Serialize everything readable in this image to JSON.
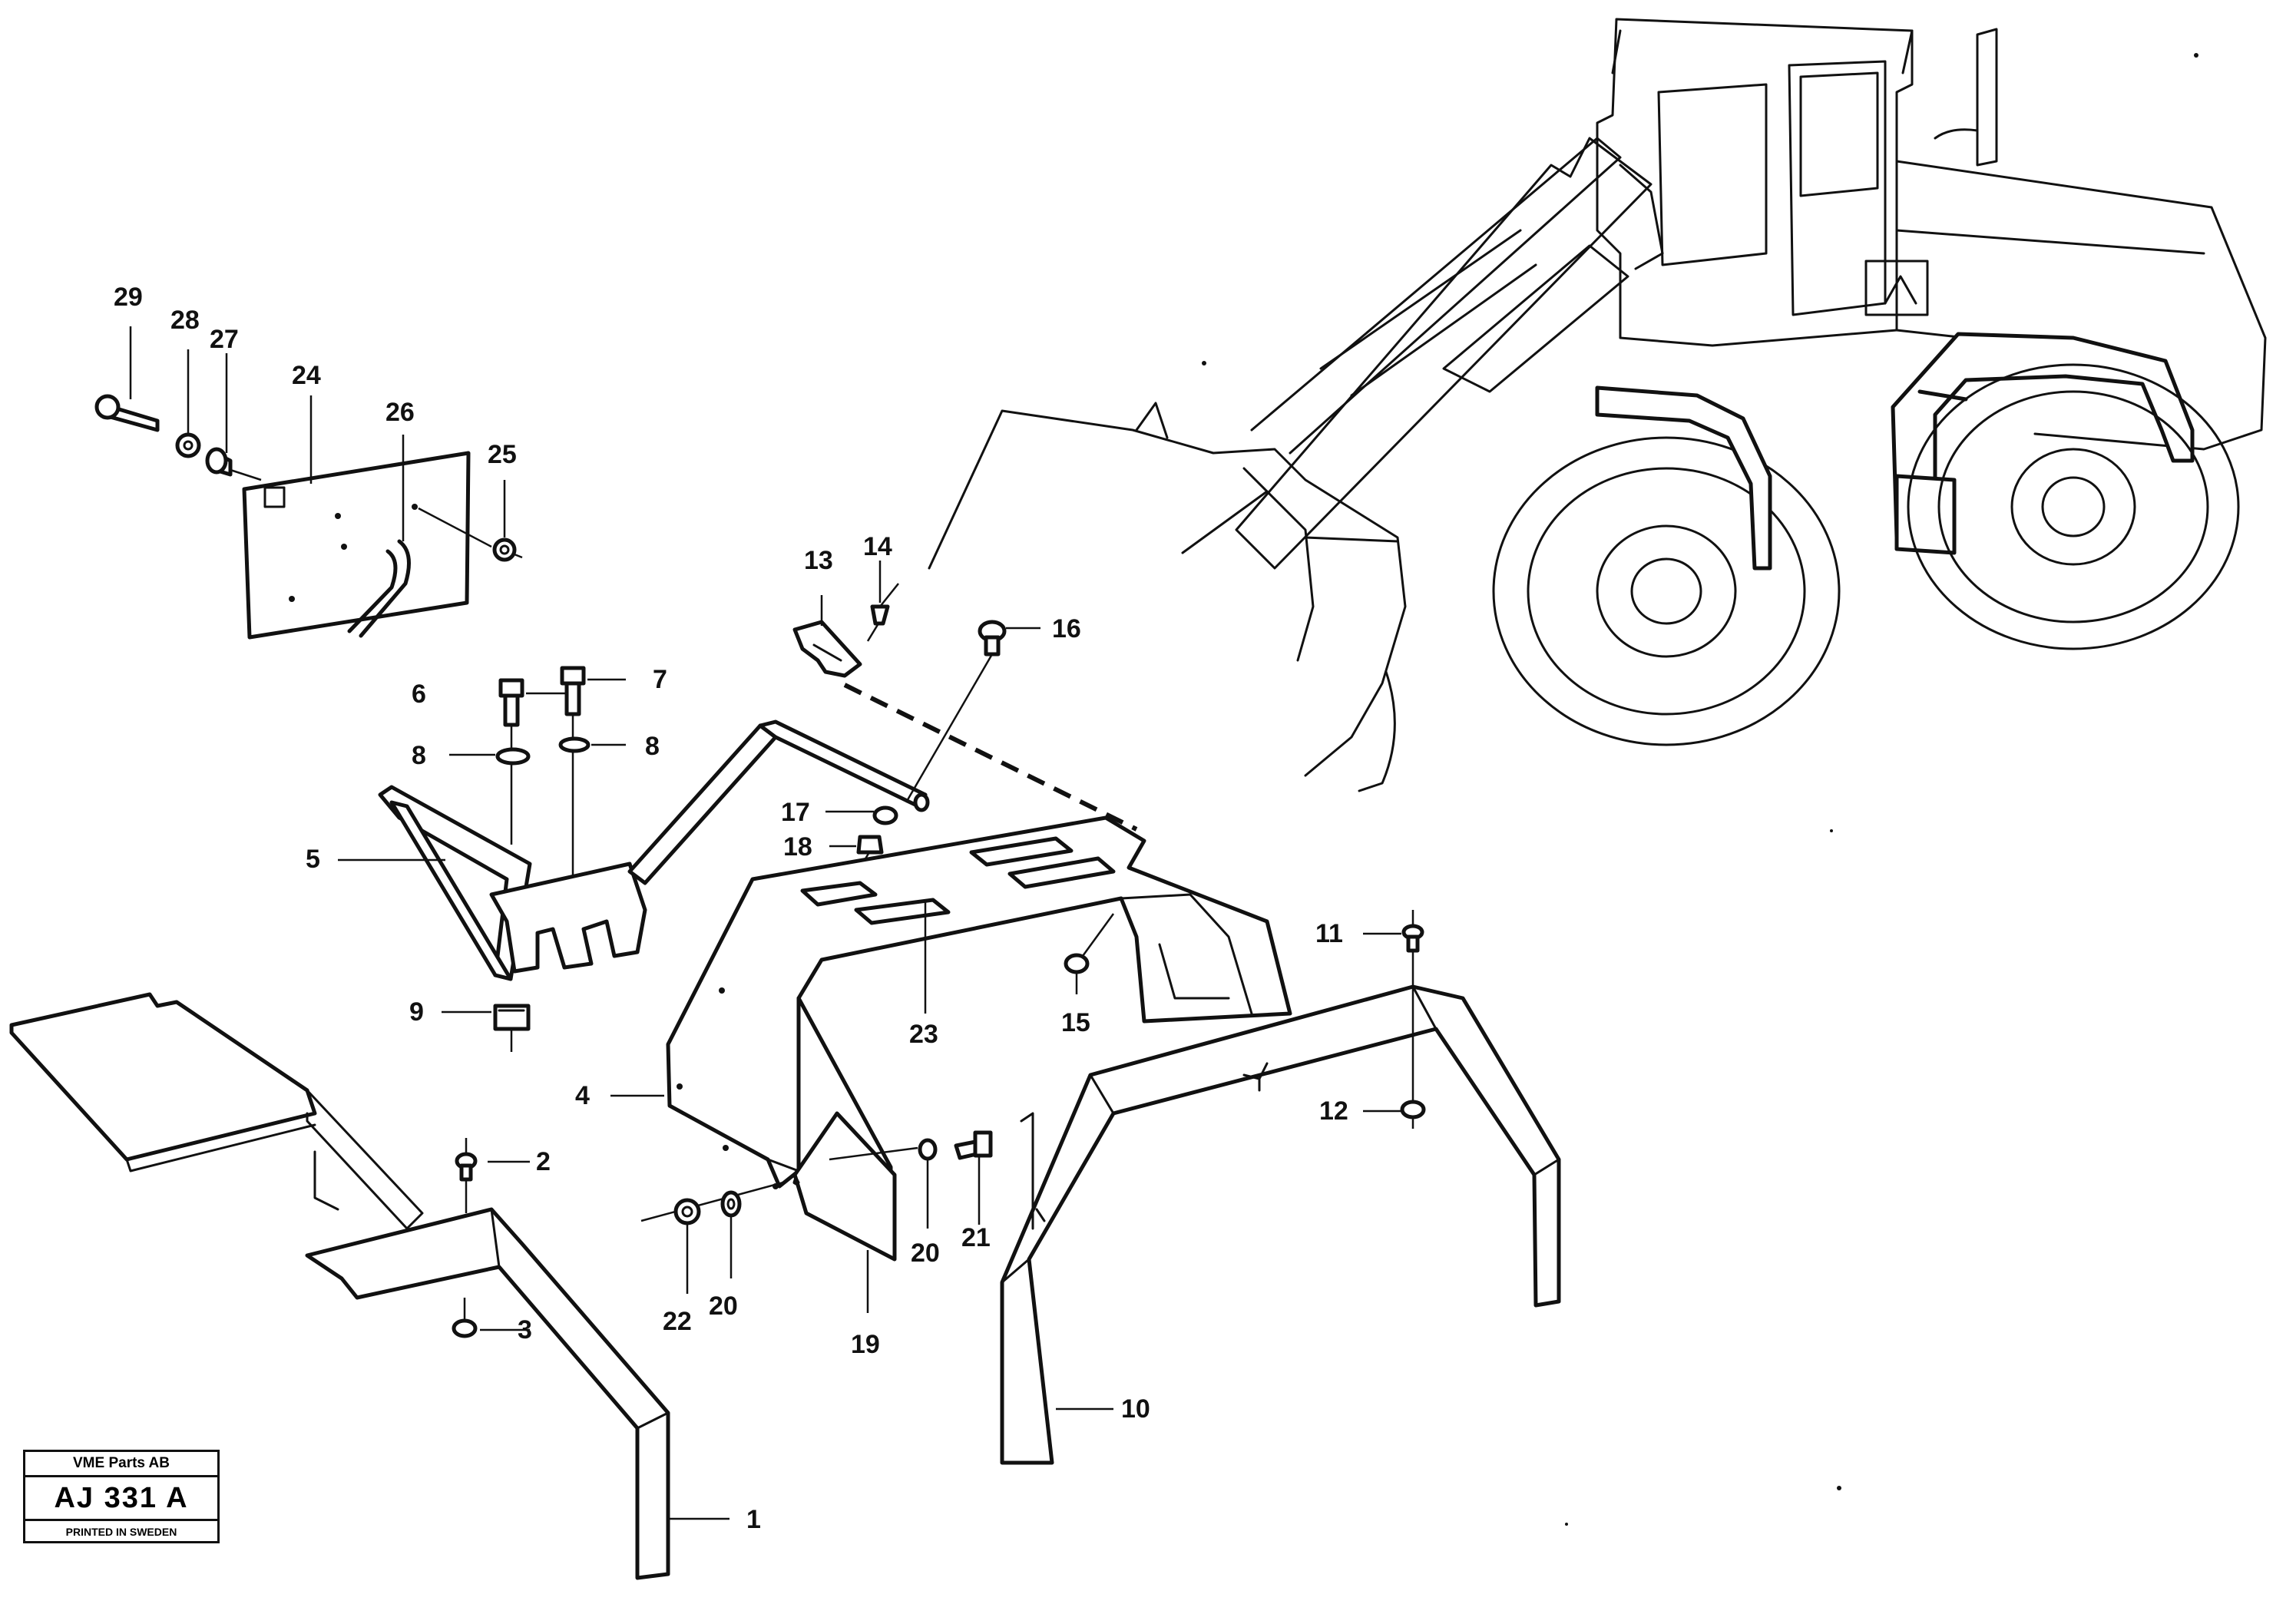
{
  "stamp": {
    "company": "VME Parts AB",
    "drawing_code": "AJ 331 A",
    "printed": "PRINTED IN SWEDEN"
  },
  "callouts": {
    "c1": "1",
    "c2": "2",
    "c3": "3",
    "c4": "4",
    "c5": "5",
    "c6": "6",
    "c7": "7",
    "c8a": "8",
    "c8b": "8",
    "c9": "9",
    "c10": "10",
    "c11": "11",
    "c12": "12",
    "c13": "13",
    "c14": "14",
    "c15": "15",
    "c16": "16",
    "c17": "17",
    "c18": "18",
    "c19": "19",
    "c20a": "20",
    "c20b": "20",
    "c21": "21",
    "c22": "22",
    "c23": "23",
    "c24": "24",
    "c25": "25",
    "c26": "26",
    "c27": "27",
    "c28": "28",
    "c29": "29"
  }
}
